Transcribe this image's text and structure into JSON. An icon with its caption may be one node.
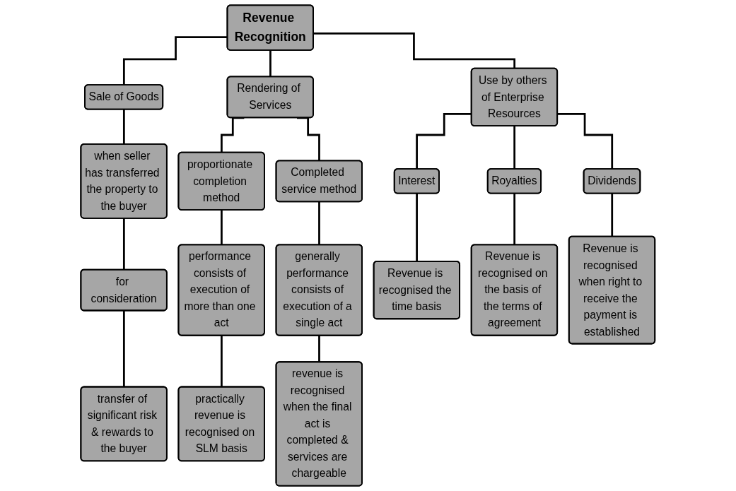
{
  "diagram": {
    "nodes": [
      {
        "text": [
          "Revenue Recognition"
        ]
      },
      {
        "text": [
          "Sale of Goods"
        ]
      },
      {
        "text": [
          "Rendering of Services"
        ]
      },
      {
        "text": [
          "Use by others of Enterprise Resources"
        ]
      },
      {
        "text": [
          "when seller has transferred the property to the buyer"
        ]
      },
      {
        "text": [
          "for consideration"
        ]
      },
      {
        "text": [
          "transfer of significant risk & rewards to the buyer"
        ]
      },
      {
        "text": [
          "proportionate completion method"
        ]
      },
      {
        "text": [
          "Completed service method"
        ]
      },
      {
        "text": [
          "performance consists of execution of more than one act"
        ]
      },
      {
        "text": [
          "practically revenue is recognised on SLM basis"
        ]
      },
      {
        "text": [
          "generally performance consists of execution of a single act"
        ]
      },
      {
        "text": [
          "revenue is recognised when the final act is completed & services are chargeable"
        ]
      },
      {
        "text": [
          "Interest"
        ]
      },
      {
        "text": [
          "Royalties"
        ]
      },
      {
        "text": [
          "Dividends"
        ]
      },
      {
        "text": [
          "Revenue is recognised the time basis"
        ]
      },
      {
        "text": [
          "Revenue is recognised on the basis of the terms of agreement"
        ]
      },
      {
        "text": [
          "Revenue is recognised when right to receive the payment is established"
        ]
      }
    ],
    "edges": [
      {
        "from": 0,
        "to": 1,
        "arrow": "none"
      },
      {
        "from": 0,
        "to": 2,
        "arrow": "none"
      },
      {
        "from": 0,
        "to": 3,
        "arrow": "none"
      },
      {
        "from": 1,
        "to": 4,
        "arrow": "none"
      },
      {
        "from": 4,
        "to": 5,
        "arrow": "none"
      },
      {
        "from": 5,
        "to": 6,
        "arrow": "none"
      },
      {
        "from": 2,
        "to": 7,
        "arrow": "none"
      },
      {
        "from": 2,
        "to": 8,
        "arrow": "none"
      },
      {
        "from": 7,
        "to": 9,
        "arrow": "none"
      },
      {
        "from": 9,
        "to": 10,
        "arrow": "none"
      },
      {
        "from": 8,
        "to": 11,
        "arrow": "none"
      },
      {
        "from": 11,
        "to": 12,
        "arrow": "none"
      },
      {
        "from": 3,
        "to": 13,
        "arrow": "none"
      },
      {
        "from": 3,
        "to": 14,
        "arrow": "none"
      },
      {
        "from": 3,
        "to": 15,
        "arrow": "none"
      },
      {
        "from": 13,
        "to": 16,
        "arrow": "none"
      },
      {
        "from": 14,
        "to": 17,
        "arrow": "none"
      },
      {
        "from": 15,
        "to": 18,
        "arrow": "none"
      }
    ]
  }
}
